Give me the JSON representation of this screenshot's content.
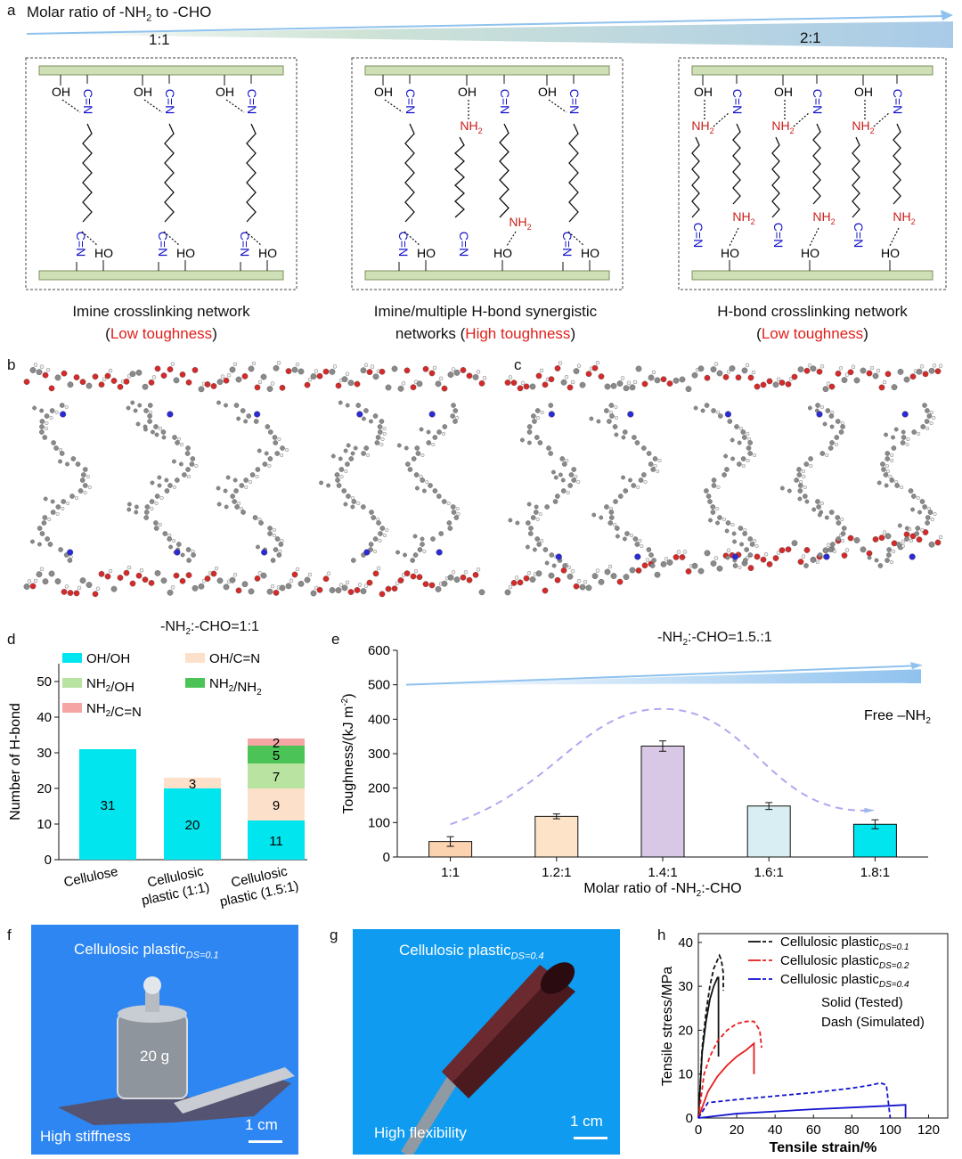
{
  "panels": {
    "a": "a",
    "b": "b",
    "c": "c",
    "d": "d",
    "e": "e",
    "f": "f",
    "g": "g",
    "h": "h"
  },
  "panel_a": {
    "ratio_title_prefix": "Molar ratio of -NH",
    "ratio_title_sub": "2",
    "ratio_title_suffix": " to -CHO",
    "ratio_low": "1:1",
    "ratio_high": "2:1",
    "networks": [
      {
        "title": "Imine crosslinking network",
        "toughness": "Low toughness"
      },
      {
        "title": "Imine/multiple H-bond synergistic",
        "title2": "networks (",
        "toughness": "High toughness"
      },
      {
        "title": "H-bond crosslinking network",
        "toughness": "Low toughness"
      }
    ],
    "labels": {
      "oh": "OH",
      "ho": "HO",
      "cn": "C=N",
      "nh": "NH",
      "nh_sub": "2"
    }
  },
  "panel_b": {
    "caption_prefix": "-NH",
    "caption_sub": "2",
    "caption_suffix": ":-CHO=1:1"
  },
  "panel_c": {
    "caption_prefix": "-NH",
    "caption_sub": "2",
    "caption_suffix": ":-CHO=1.5.:1"
  },
  "panel_f": {
    "label_prefix": "Cellulosic plastic",
    "label_sub": "DS=0.1",
    "weight": "20 g",
    "property": "High stiffness",
    "scale": "1 cm"
  },
  "panel_g": {
    "label_prefix": "Cellulosic plastic",
    "label_sub": "DS=0.4",
    "property": "High flexibility",
    "scale": "1 cm"
  },
  "colors": {
    "cyan": "#00e5ee",
    "peach": "#fde0c9",
    "lightgreen": "#b8e3a1",
    "green": "#4cc357",
    "pink": "#f6a5a5",
    "lavender": "#d9c8e5",
    "lightblue": "#d9eef2",
    "red": "#e0201b",
    "blue": "#1212c9",
    "photo_blue": "#1f7bf0"
  },
  "chart_data": [
    {
      "id": "d",
      "type": "bar",
      "ylabel": "Number of H-bond",
      "ylim": [
        0,
        55
      ],
      "yticks": [
        0,
        10,
        20,
        30,
        40,
        50
      ],
      "categories": [
        [
          "Cellulose"
        ],
        [
          "Cellulosic",
          "plastic (1:1)"
        ],
        [
          "Cellulosic",
          "plastic (1.5:1)"
        ]
      ],
      "series": [
        {
          "name": "OH/OH",
          "label": "OH/OH",
          "color": "#00e5ee",
          "values": [
            31,
            20,
            11
          ]
        },
        {
          "name": "OH/C=N",
          "label": "OH/C=N",
          "color": "#fde0c9",
          "values": [
            0,
            3,
            9
          ]
        },
        {
          "name": "NH2/OH",
          "label": "NH2/OH",
          "color": "#b8e3a1",
          "values": [
            0,
            0,
            7
          ]
        },
        {
          "name": "NH2/NH2",
          "label": "NH2/NH2",
          "color": "#4cc357",
          "values": [
            0,
            0,
            5
          ]
        },
        {
          "name": "NH2/C=N",
          "label": "NH2/C=N",
          "color": "#f6a5a5",
          "values": [
            0,
            0,
            2
          ]
        }
      ],
      "data_labels": [
        [
          "31"
        ],
        [
          "20",
          "3"
        ],
        [
          "11",
          "9",
          "7",
          "5",
          "2"
        ]
      ],
      "legend": "top-left"
    },
    {
      "id": "e",
      "type": "bar",
      "ylabel": "Toughness/(kJ m",
      "ylabel_sup": "-2",
      "ylabel_end": ")",
      "xlabel": "Molar ratio of -NH",
      "xlabel_sub": "2",
      "xlabel_end": ":-CHO",
      "ylim": [
        0,
        600
      ],
      "yticks": [
        0,
        100,
        200,
        300,
        400,
        500,
        600
      ],
      "categories": [
        "1:1",
        "1.2:1",
        "1.4:1",
        "1.6:1",
        "1.8:1"
      ],
      "values": [
        45,
        118,
        322,
        148,
        95
      ],
      "errors": [
        14,
        7,
        15,
        10,
        13
      ],
      "colors": [
        "#fbd3b0",
        "#fde3c8",
        "#d9c8e5",
        "#d9eef2",
        "#00e5ee"
      ],
      "annotation_prefix": "Free –NH",
      "annotation_sub": "2",
      "trend_peak": 430
    },
    {
      "id": "h",
      "type": "line",
      "xlabel": "Tensile strain/%",
      "ylabel": "Tensile stress/MPa",
      "xlim": [
        0,
        130
      ],
      "ylim": [
        0,
        42
      ],
      "xticks": [
        0,
        20,
        40,
        60,
        80,
        100,
        120
      ],
      "yticks": [
        0,
        10,
        20,
        30,
        40
      ],
      "legend": "top-right",
      "legend_prefix": "Cellulosic plastic",
      "notes": [
        "Solid (Tested)",
        "Dash (Simulated)"
      ],
      "series": [
        {
          "name": "DS=0.1",
          "color": "#111111",
          "style": "solid",
          "x": [
            0,
            2,
            4,
            6,
            8,
            10,
            10.5,
            10.5
          ],
          "y": [
            0,
            15,
            22,
            27,
            30,
            32,
            32,
            14
          ]
        },
        {
          "name": "DS=0.1",
          "color": "#111111",
          "style": "dash",
          "x": [
            0,
            2,
            4,
            6,
            8,
            10,
            11,
            12,
            13,
            13
          ],
          "y": [
            0,
            16,
            24,
            30,
            34,
            36,
            37,
            36,
            33,
            29
          ]
        },
        {
          "name": "DS=0.2",
          "color": "#e81e1e",
          "style": "solid",
          "x": [
            0,
            5,
            10,
            15,
            20,
            25,
            29,
            29
          ],
          "y": [
            0,
            6,
            9.5,
            12,
            14,
            15.5,
            17,
            10
          ]
        },
        {
          "name": "DS=0.2",
          "color": "#e81e1e",
          "style": "dash",
          "x": [
            0,
            3,
            6,
            10,
            15,
            20,
            25,
            29,
            32,
            33
          ],
          "y": [
            0,
            10,
            14,
            17.5,
            20,
            21.5,
            22,
            22,
            20,
            16
          ]
        },
        {
          "name": "DS=0.4",
          "color": "#1414d0",
          "style": "solid",
          "x": [
            0,
            20,
            40,
            60,
            80,
            100,
            108,
            108
          ],
          "y": [
            0,
            1,
            1.5,
            2,
            2.4,
            2.8,
            3,
            0
          ]
        },
        {
          "name": "DS=0.4",
          "color": "#1414d0",
          "style": "dash",
          "x": [
            0,
            5,
            20,
            40,
            60,
            80,
            90,
            95,
            98,
            100
          ],
          "y": [
            0,
            3.5,
            4.2,
            5,
            5.8,
            6.8,
            7.5,
            8,
            7.5,
            0
          ]
        }
      ]
    }
  ]
}
